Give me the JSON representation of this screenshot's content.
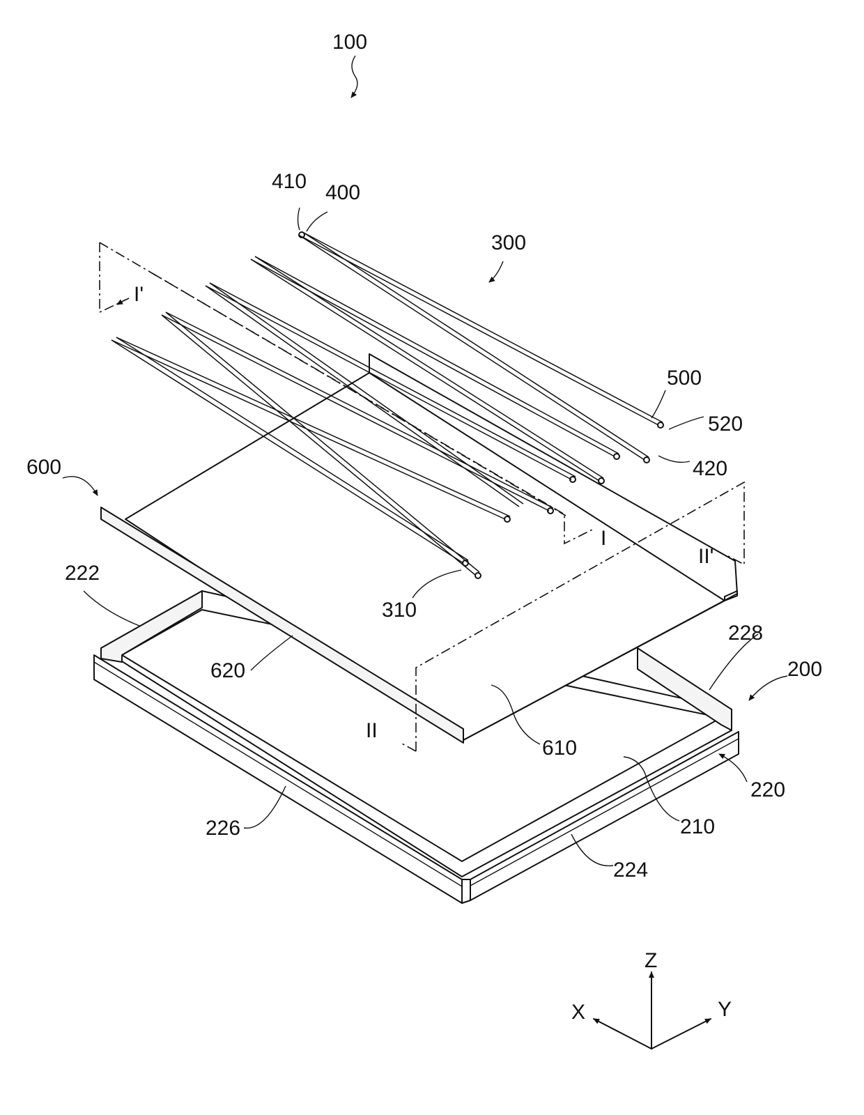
{
  "figure": {
    "reference_numerals": {
      "assembly": "100",
      "bottom_chassis": "200",
      "bottom_plate": "210",
      "side_walls": "220",
      "wall_222": "222",
      "wall_224": "224",
      "wall_226": "226",
      "wall_228": "228",
      "lamp_group": "300",
      "lamp_electrode_310": "310",
      "lamp_400": "400",
      "electrode_410": "410",
      "electrode_420": "420",
      "lamp_500": "500",
      "electrode_520": "520",
      "reflector": "600",
      "reflector_plate": "610",
      "reflector_side": "620"
    },
    "section_marks": {
      "section_one": "I",
      "section_one_prime": "I'",
      "section_two": "II",
      "section_two_prime": "II'"
    },
    "axes": {
      "x": "X",
      "y": "Y",
      "z": "Z"
    }
  }
}
